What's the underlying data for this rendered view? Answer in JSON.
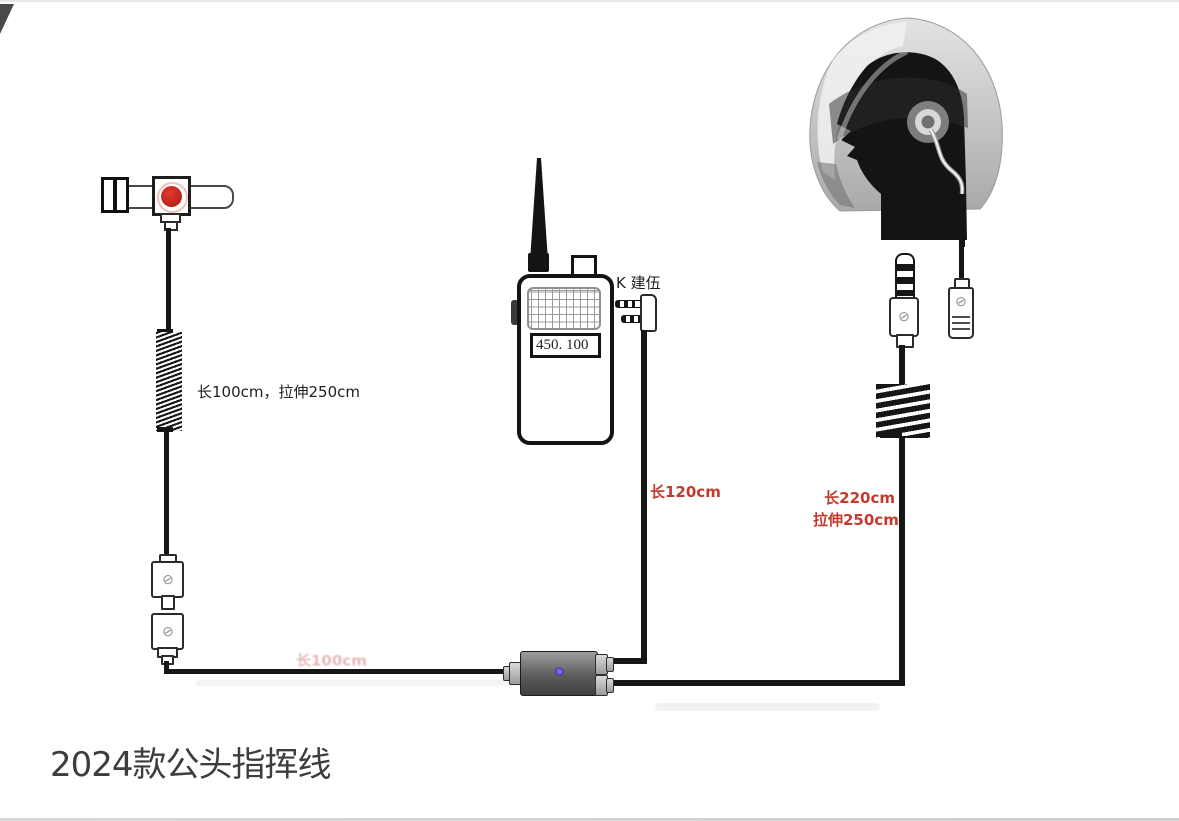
{
  "page": {
    "title": "2024款公头指挥线"
  },
  "labels": {
    "left_coil": "长100cm，拉伸250cm",
    "plug_type": "K 建伍",
    "display_freq": "450. 100",
    "mid_cable": "长120cm",
    "right_coil_1": "长220cm",
    "right_coil_2": "拉伸250cm",
    "faded": "长100cm"
  },
  "icons": {
    "connector_logo": "⊘"
  },
  "colors": {
    "label_red": "#c23b2e",
    "ptt_button_red": "#c6251c",
    "led_blue": "#463bb0",
    "cable_black": "#161616",
    "title_gray": "#3d3d3d"
  }
}
